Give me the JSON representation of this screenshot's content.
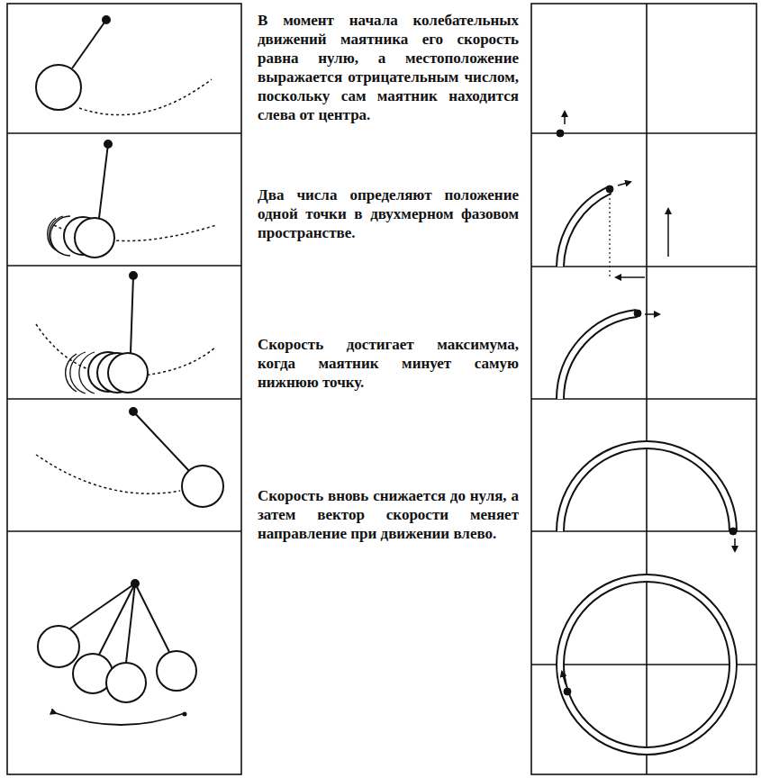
{
  "diagram": {
    "labels": [
      "В момент начала колебательных движений маятника его скорость равна нулю, а местоположение выражается отрицательным числом, поскольку сам маятник находится слева от центра.",
      "Два числа определяют положение одной точки в двухмерном фазовом пространстве.",
      "Скорость достигает максимума, когда маятник минует самую нижнюю точку.",
      "Скорость вновь снижается до нуля, а затем вектор скорости меняет направление при движении влево."
    ]
  }
}
